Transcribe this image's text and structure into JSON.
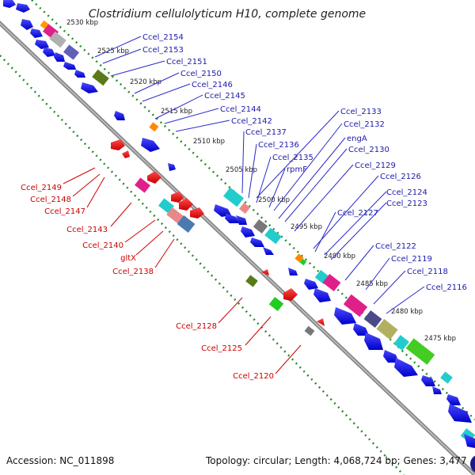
{
  "map": {
    "title": "Clostridium cellulolyticum H10, complete genome",
    "accession_text": "Accession: NC_011898",
    "summary_text": "Topology: circular; Length: 4,068,724 bp; Genes: 3,477",
    "kbp_labels": [
      "2530 kbp",
      "2525 kbp",
      "2520 kbp",
      "2515 kbp",
      "2510 kbp",
      "2505 kbp",
      "2500 kbp",
      "2495 kbp",
      "2490 kbp",
      "2485 kbp",
      "2480 kbp",
      "2475 kbp"
    ],
    "forward_gene_labels": [
      "Ccel_2154",
      "Ccel_2153",
      "Ccel_2151",
      "Ccel_2150",
      "Ccel_2146",
      "Ccel_2145",
      "Ccel_2144",
      "Ccel_2142",
      "Ccel_2137",
      "Ccel_2136",
      "Ccel_2135",
      "rpmF",
      "Ccel_2133",
      "Ccel_2132",
      "engA",
      "Ccel_2130",
      "Ccel_2129",
      "Ccel_2126",
      "Ccel_2124",
      "Ccel_2123",
      "Ccel_2127",
      "Ccel_2122",
      "Ccel_2119",
      "Ccel_2118",
      "Ccel_2116"
    ],
    "reverse_gene_labels": [
      "Ccel_2149",
      "Ccel_2148",
      "Ccel_2147",
      "Ccel_2143",
      "Ccel_2140",
      "gltX",
      "Ccel_2138",
      "Ccel_2128",
      "Ccel_2125",
      "Ccel_2120"
    ]
  },
  "colors": {
    "forward_strand": "#0000ee",
    "reverse_strand": "#ee0000",
    "backbone": "#777777",
    "gc_dots": "#2a8a2a",
    "label_forward": "#1a1aa8",
    "label_reverse": "#cc0000",
    "cds_cyan": "#22cccc",
    "cds_magenta": "#e0208a",
    "cds_olive": "#5a7a1a",
    "cds_green": "#44cc22",
    "cds_khaki": "#b0b060",
    "cds_slate": "#4a4a8a",
    "cds_grey": "#a8a8a8",
    "cds_orange": "#ff8800",
    "cds_pink": "#e88888",
    "cds_steel": "#4a7ab0"
  }
}
